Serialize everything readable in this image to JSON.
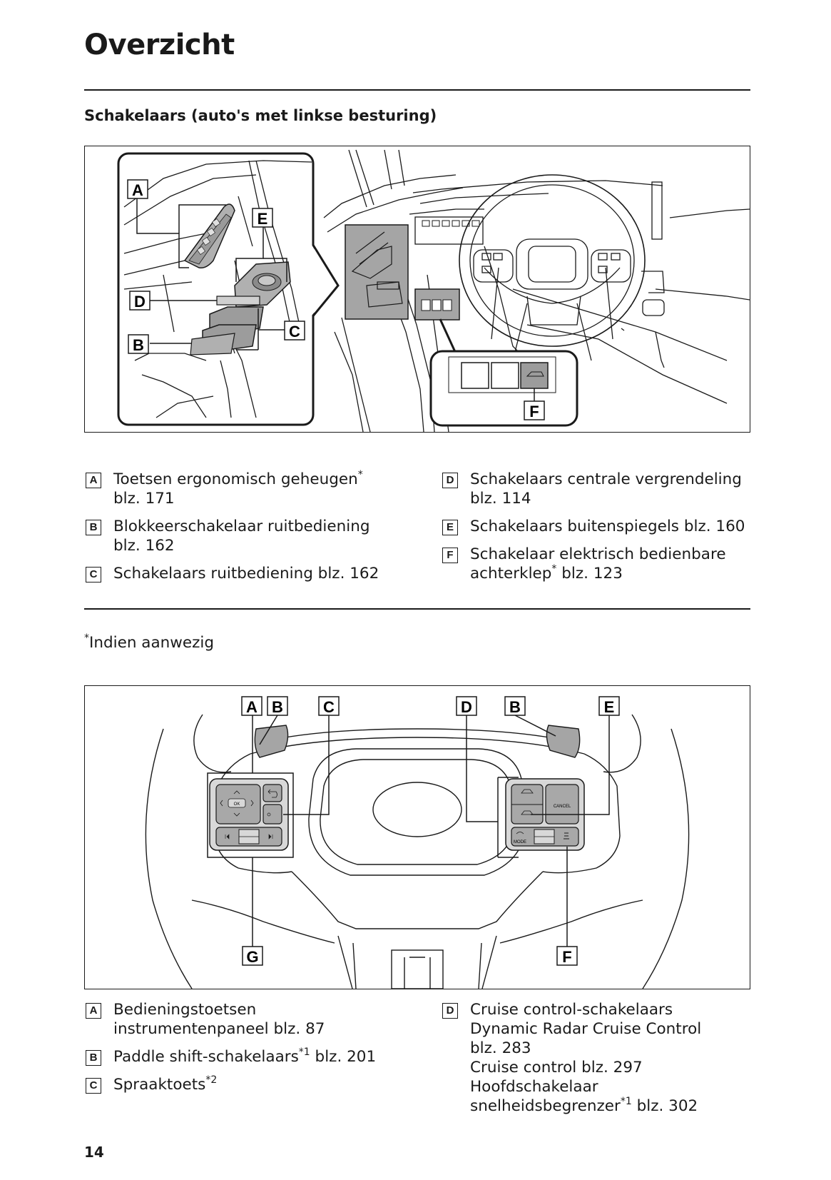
{
  "page": {
    "title": "Overzicht",
    "section_title": "Schakelaars (auto's met linkse besturing)",
    "footnote_mark": "*",
    "footnote_text": "Indien aanwezig",
    "page_number": "14"
  },
  "figure1": {
    "callouts": [
      "A",
      "E",
      "D",
      "C",
      "B",
      "F"
    ]
  },
  "legend1": {
    "left": [
      {
        "key": "A",
        "lines": [
          "Toetsen ergonomisch geheugen",
          "blz. 171"
        ],
        "sup": "*"
      },
      {
        "key": "B",
        "lines": [
          "Blokkeerschakelaar ruitbediening",
          "blz. 162"
        ]
      },
      {
        "key": "C",
        "lines": [
          "Schakelaars ruitbediening blz. 162"
        ]
      }
    ],
    "right": [
      {
        "key": "D",
        "lines": [
          "Schakelaars centrale vergrendeling",
          "blz. 114"
        ]
      },
      {
        "key": "E",
        "lines": [
          "Schakelaars buitenspiegels blz. 160"
        ]
      },
      {
        "key": "F",
        "line1": "Schakelaar elektrisch bedienbare",
        "line2_pre": "achterklep",
        "line2_sup": "*",
        "line2_post": " blz. 123"
      }
    ]
  },
  "figure2": {
    "callouts_top": [
      "A",
      "B",
      "C",
      "D",
      "B",
      "E"
    ],
    "callouts_bottom": [
      "G",
      "F"
    ],
    "button_texts": {
      "ok": "OK",
      "cancel": "CANCEL",
      "mode": "MODE"
    }
  },
  "legend2": {
    "left": [
      {
        "key": "A",
        "lines": [
          "Bedieningstoetsen",
          "instrumentenpaneel blz. 87"
        ]
      },
      {
        "key": "B",
        "pre": "Paddle shift-schakelaars",
        "sup": "*1",
        "post": " blz. 201"
      },
      {
        "key": "C",
        "pre": "Spraaktoets",
        "sup": "*2",
        "post": ""
      }
    ],
    "right": [
      {
        "key": "D",
        "lines": [
          "Cruise control-schakelaars",
          "Dynamic Radar Cruise Control",
          "blz. 283",
          "Cruise control blz. 297",
          "Hoofdschakelaar"
        ],
        "last_pre": "snelheidsbegrenzer",
        "last_sup": "*1",
        "last_post": " blz. 302"
      }
    ]
  }
}
